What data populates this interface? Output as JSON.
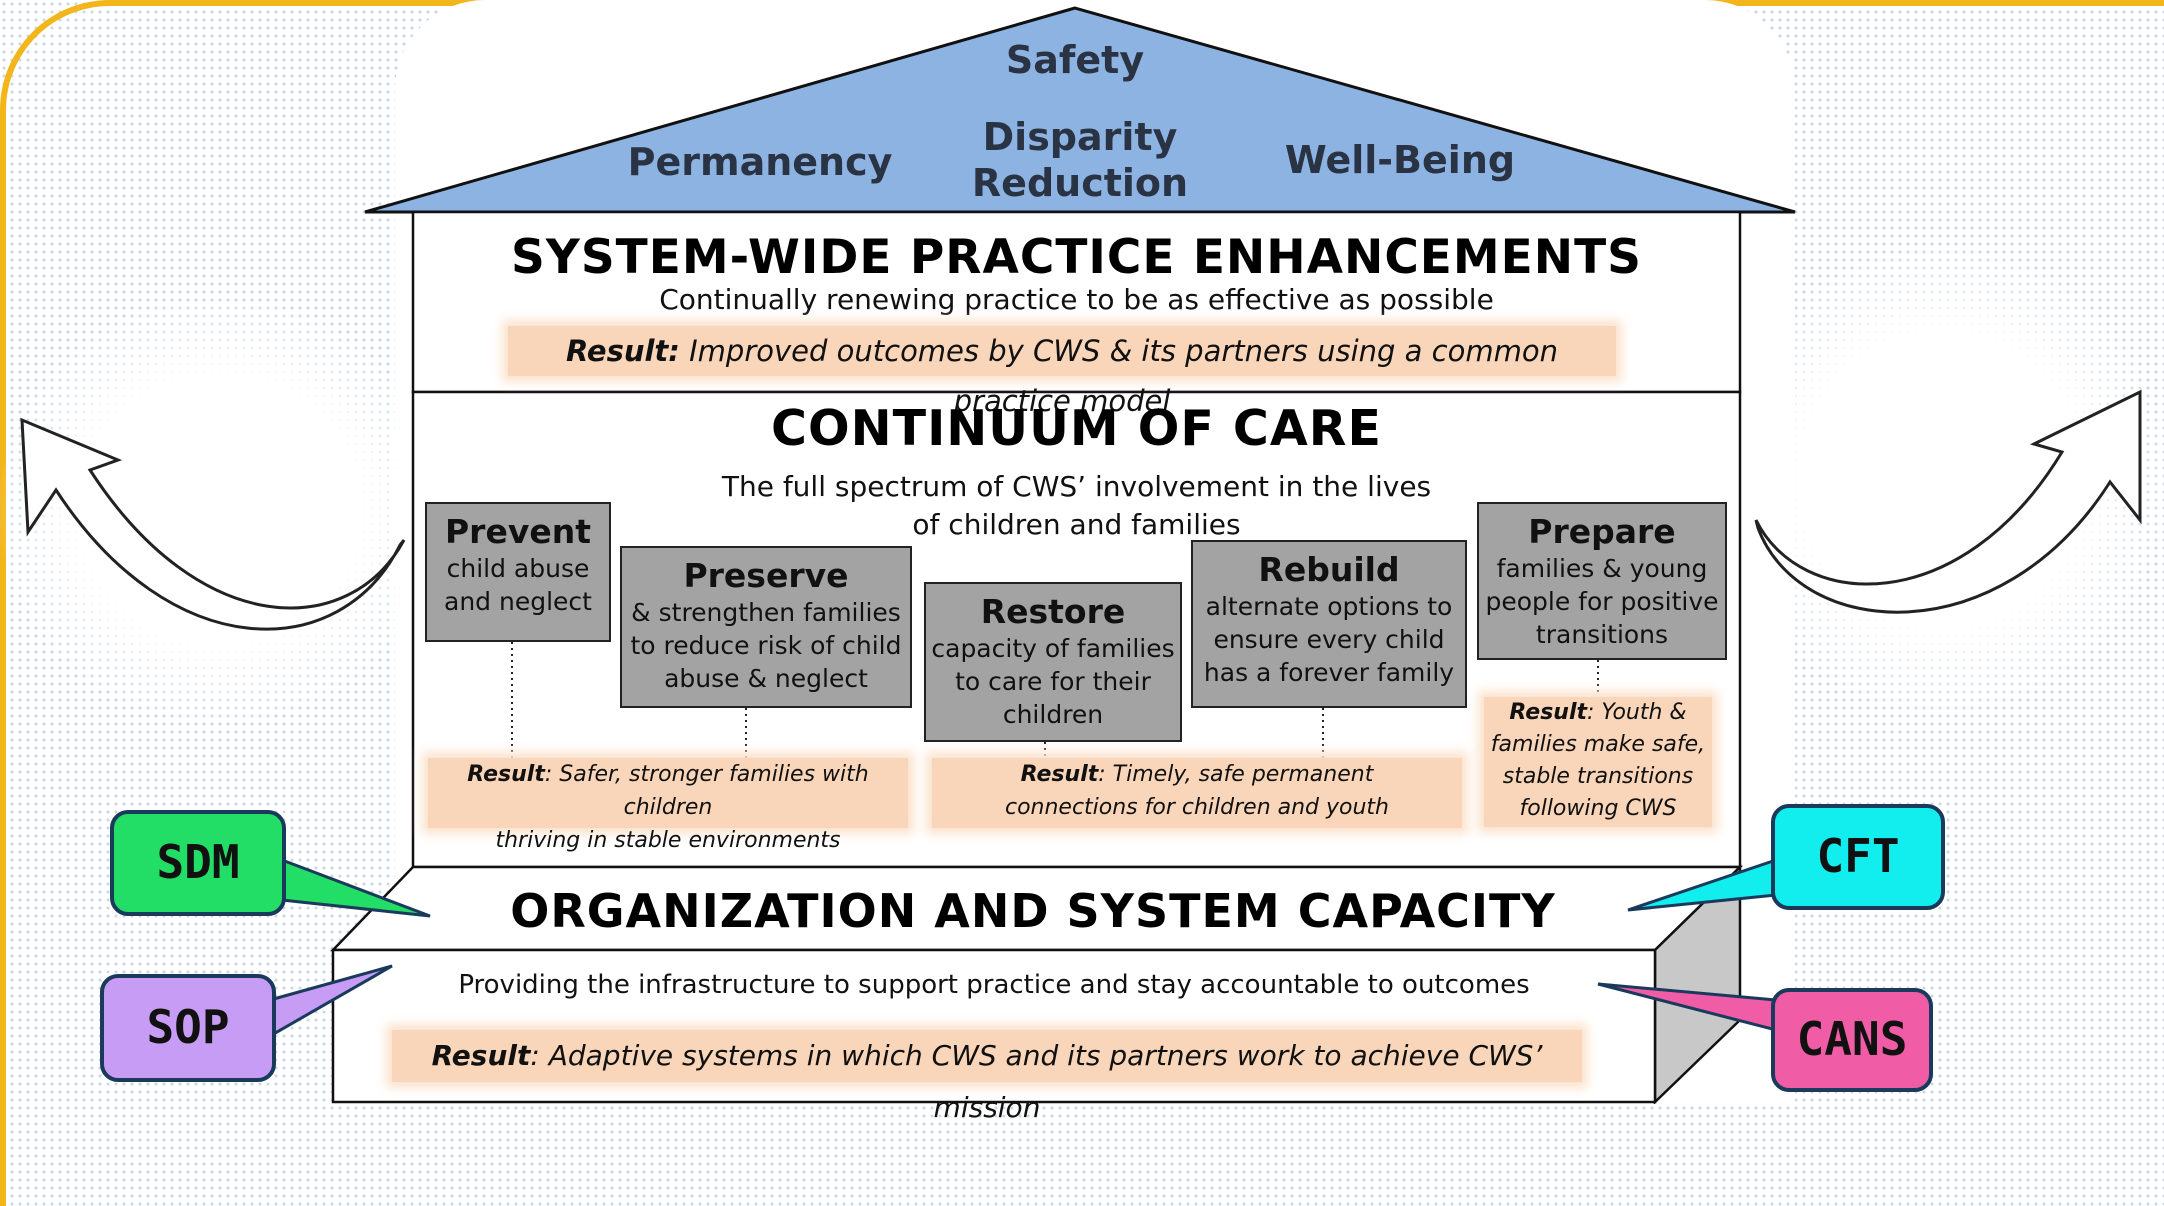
{
  "roof": {
    "top": "Safety",
    "left": "Permanency",
    "center_line1": "Disparity",
    "center_line2": "Reduction",
    "right": "Well-Being"
  },
  "enhancements": {
    "title": "SYSTEM-WIDE PRACTICE ENHANCEMENTS",
    "subtitle": "Continually renewing practice to be as effective as possible",
    "result_label": "Result:",
    "result_text": " Improved outcomes by CWS & its partners using a common practice model"
  },
  "continuum": {
    "title": "CONTINUUM OF CARE",
    "subtitle_line1": "The full spectrum of CWS’ involvement in the lives",
    "subtitle_line2": "of children and families",
    "stages": [
      {
        "title": "Prevent",
        "lines": [
          "child abuse",
          "and neglect"
        ]
      },
      {
        "title": "Preserve",
        "lines": [
          "& strengthen families",
          "to reduce risk of child",
          "abuse & neglect"
        ]
      },
      {
        "title": "Restore",
        "lines": [
          "capacity of families",
          "to care for their",
          "children"
        ]
      },
      {
        "title": "Rebuild",
        "lines": [
          "alternate options to",
          "ensure every child",
          "has a forever family"
        ]
      },
      {
        "title": "Prepare",
        "lines": [
          "families & young",
          "people for positive",
          "transitions"
        ]
      }
    ],
    "results": [
      {
        "label": "Result",
        "line1": ": Safer, stronger families with children",
        "line2": "thriving in stable environments"
      },
      {
        "label": "Result",
        "line1": ": Timely, safe permanent",
        "line2": "connections for children and youth"
      },
      {
        "label": "Result",
        "line1": ": Youth &",
        "line2": "families make safe,",
        "line3": "stable transitions",
        "line4": "following CWS"
      }
    ]
  },
  "organization": {
    "title": "ORGANIZATION AND SYSTEM CAPACITY",
    "subtitle": "Providing the infrastructure to support practice and stay accountable to outcomes",
    "result_label": "Result",
    "result_text": ": Adaptive systems in which CWS and its partners work to achieve CWS’ mission"
  },
  "callouts": {
    "sdm": {
      "label": "SDM",
      "color": "#22dd66"
    },
    "sop": {
      "label": "SOP",
      "color": "#c79cf5"
    },
    "cft": {
      "label": "CFT",
      "color": "#12eeee"
    },
    "cans": {
      "label": "CANS",
      "color": "#f05da6"
    }
  },
  "colors": {
    "roof": "#8db3e2",
    "frame": "#f2b51a",
    "stage_box": "#a3a3a3",
    "result_bg": "#f9d6b9"
  }
}
